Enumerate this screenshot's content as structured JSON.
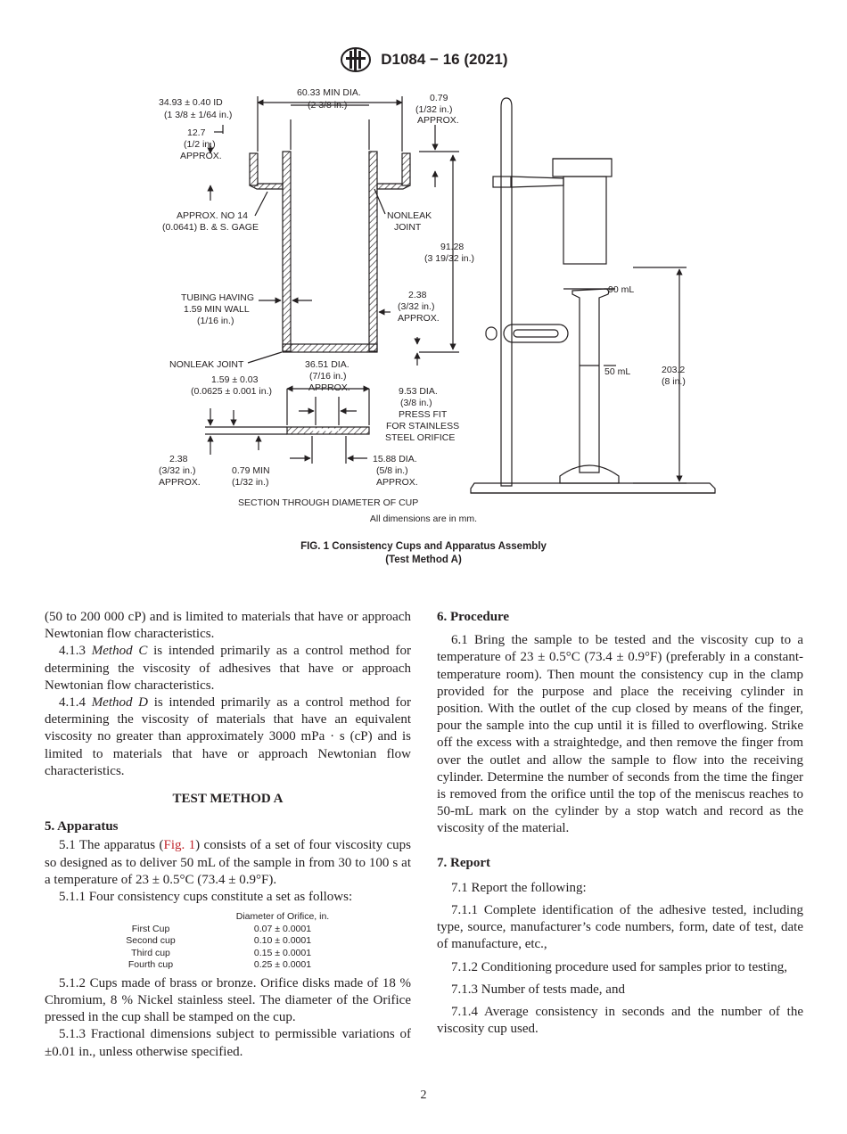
{
  "header": {
    "designation": "D1084 − 16 (2021)"
  },
  "figure": {
    "labels": {
      "id": "34.93 ± 0.40 ID",
      "id_in": "(1 3/8 ± 1/64 in.)",
      "min_dia": "60.33 MIN DIA.",
      "min_dia_in": "(2 3/8 in.)",
      "r079": "0.79",
      "r079_in": "(1/32 in.)",
      "r079_approx": "APPROX.",
      "l127": "12.7",
      "l127_in": "(1/2 in.)",
      "l127_approx": "APPROX.",
      "gage": "APPROX. NO 14",
      "gage2": "(0.0641) B. & S. GAGE",
      "nonleak": "NONLEAK",
      "joint": "JOINT",
      "h9128": "91.28",
      "h9128_in": "(3 19/32 in.)",
      "tubing": "TUBING HAVING",
      "tubing2": "1.59 MIN WALL",
      "tubing3": "(1/16 in.)",
      "w238": "2.38",
      "w238_in": "(3/32 in.)",
      "w238_approx": "APPROX.",
      "nonleak_joint": "NONLEAK JOINT",
      "d3651": "36.51 DIA.",
      "d3651_in": "(7/16 in.)",
      "d3651_approx": "APPROX.",
      "t159": "1.59 ± 0.03",
      "t159_in": "(0.0625 ± 0.001 in.)",
      "d953": "9.53 DIA.",
      "d953_in": "(3/8 in.)",
      "press": "PRESS FIT",
      "press2": "FOR STAINLESS",
      "press3": "STEEL ORIFICE",
      "b238": "2.38",
      "b238_in": "(3/32 in.)",
      "b238_approx": "APPROX.",
      "m079": "0.79 MIN",
      "m079_in": "(1/32 in.)",
      "d1588": "15.88 DIA.",
      "d1588_in": "(5/8 in.)",
      "d1588_approx": "APPROX.",
      "section": "SECTION THROUGH DIAMETER OF CUP",
      "ml90": "90 mL",
      "ml50": "50 mL",
      "h2032": "203.2",
      "h2032_in": "(8 in.)"
    },
    "note": "All dimensions are in mm.",
    "caption_line1": "FIG. 1 Consistency Cups and Apparatus Assembly",
    "caption_line2": "(Test Method A)"
  },
  "left": {
    "p_cont": "(50 to 200 000 cP) and is limited to materials that have or approach Newtonian flow characteristics.",
    "p413_num": "4.1.3",
    "p413_method": "Method C",
    "p413_text": "is intended primarily as a control method for determining the viscosity of adhesives that have or approach Newtonian flow characteristics.",
    "p414_num": "4.1.4",
    "p414_method": "Method D",
    "p414_text": "is intended primarily as a control method for determining the viscosity of materials that have an equivalent viscosity no greater than approximately 3000 mPa · s (cP) and is limited to materials that have or approach Newtonian flow characteristics.",
    "test_method": "TEST METHOD A",
    "h5": "5. Apparatus",
    "p51_a": "5.1 The apparatus (",
    "p51_link": "Fig. 1",
    "p51_b": ") consists of a set of four viscosity cups so designed as to deliver 50 mL of the sample in from 30 to 100 s at a temperature of 23 ± 0.5°C (73.4 ± 0.9°F).",
    "p511": "5.1.1 Four consistency cups constitute a set as follows:",
    "table_header": "Diameter of Orifice, in.",
    "table_rows": [
      {
        "cup": "First Cup",
        "dia": "0.07 ± 0.0001"
      },
      {
        "cup": "Second cup",
        "dia": "0.10 ± 0.0001"
      },
      {
        "cup": "Third cup",
        "dia": "0.15 ± 0.0001"
      },
      {
        "cup": "Fourth cup",
        "dia": "0.25 ± 0.0001"
      }
    ],
    "p512": "5.1.2 Cups made of brass or bronze. Orifice disks made of 18 % Chromium, 8 % Nickel stainless steel. The diameter of the Orifice pressed in the cup shall be stamped on the cup.",
    "p513": "5.1.3 Fractional dimensions subject to permissible variations of ±0.01 in., unless otherwise specified."
  },
  "right": {
    "h6": "6. Procedure",
    "p61": "6.1 Bring the sample to be tested and the viscosity cup to a temperature of 23 ± 0.5°C (73.4 ± 0.9°F) (preferably in a constant-temperature room). Then mount the consistency cup in the clamp provided for the purpose and place the receiving cylinder in position. With the outlet of the cup closed by means of the finger, pour the sample into the cup until it is filled to overflowing. Strike off the excess with a straightedge, and then remove the finger from over the outlet and allow the sample to flow into the receiving cylinder. Determine the number of seconds from the time the finger is removed from the orifice until the top of the meniscus reaches to 50-mL mark on the cylinder by a stop watch and record as the viscosity of the material.",
    "h7": "7. Report",
    "p71": "7.1 Report the following:",
    "p711": "7.1.1 Complete identification of the adhesive tested, including type, source, manufacturer’s code numbers, form, date of test, date of manufacture, etc.,",
    "p712": "7.1.2 Conditioning procedure used for samples prior to testing,",
    "p713": "7.1.3 Number of tests made, and",
    "p714": "7.1.4 Average consistency in seconds and the number of the viscosity cup used."
  },
  "page_number": "2"
}
